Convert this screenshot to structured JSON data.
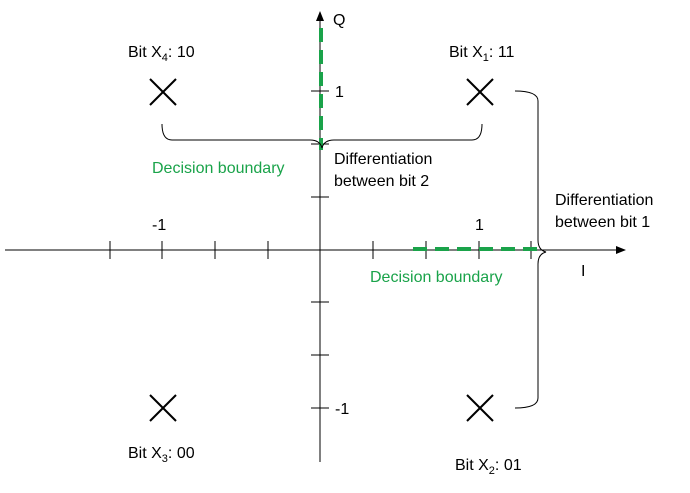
{
  "axes": {
    "q_label": "Q",
    "i_label": "I",
    "tick_pos_1_x": "1",
    "tick_neg_1_x": "-1",
    "tick_pos_1_y": "1",
    "tick_neg_1_y": "-1"
  },
  "points": [
    {
      "name": "X1",
      "prefix": "Bit X",
      "sub": "1",
      "suffix": ": 11",
      "i": 1,
      "q": 1
    },
    {
      "name": "X4",
      "prefix": "Bit X",
      "sub": "4",
      "suffix": ": 10",
      "i": -1,
      "q": 1
    },
    {
      "name": "X3",
      "prefix": "Bit X",
      "sub": "3",
      "suffix": ": 00",
      "i": -1,
      "q": -1
    },
    {
      "name": "X2",
      "prefix": "Bit X",
      "sub": "2",
      "suffix": ": 01",
      "i": 1,
      "q": -1
    }
  ],
  "annotations": {
    "decision_boundary_q": "Decision boundary",
    "decision_boundary_i": "Decision boundary",
    "diff_bit2_line1": "Differentiation",
    "diff_bit2_line2": "between bit 2",
    "diff_bit1_line1": "Differentiation",
    "diff_bit1_line2": "between bit 1"
  },
  "colors": {
    "boundary": "#1aa34a",
    "axis": "#000000"
  }
}
